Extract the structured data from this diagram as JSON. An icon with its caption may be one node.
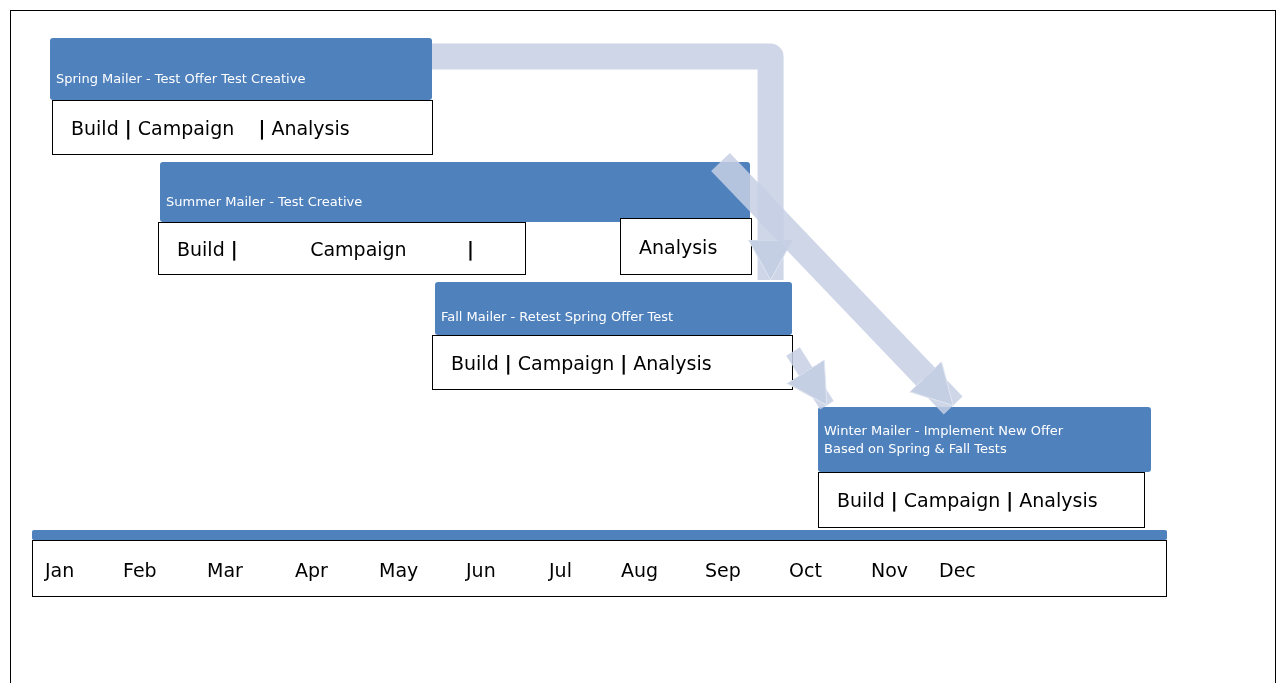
{
  "diagram": {
    "nodes": [
      {
        "text": [
          "Spring Mailer - Test Offer Test Creative"
        ]
      },
      {
        "text": [
          "Build **|** Campaign    **|** Analysis"
        ]
      },
      {
        "text": [
          "Summer Mailer - Test Creative"
        ]
      },
      {
        "text": [
          "Build **|**            Campaign          **|**"
        ]
      },
      {
        "text": [
          "Analysis"
        ]
      },
      {
        "text": [
          "Fall Mailer - Retest Spring Offer Test"
        ]
      },
      {
        "text": [
          "Build **|** Campaign **|** Analysis"
        ]
      },
      {
        "text": [
          "Winter Mailer - Implement New Offer Based on Spring & Fall Tests"
        ]
      },
      {
        "text": [
          "Build **|** Campaign **|** Analysis"
        ]
      },
      {
        "text": [],
        "shape": "bar"
      },
      {
        "text": [
          "Jan",
          "Feb",
          "Mar",
          "Apr",
          "May",
          "Jun",
          "Jul",
          "Aug",
          "Sep",
          "Oct",
          "Nov",
          "Dec"
        ]
      }
    ],
    "edges": [
      {
        "from": 0,
        "to": 5,
        "arrow": "to"
      },
      {
        "from": 2,
        "to": 7,
        "arrow": "to"
      },
      {
        "from": 6,
        "to": 7,
        "arrow": "to"
      }
    ]
  }
}
